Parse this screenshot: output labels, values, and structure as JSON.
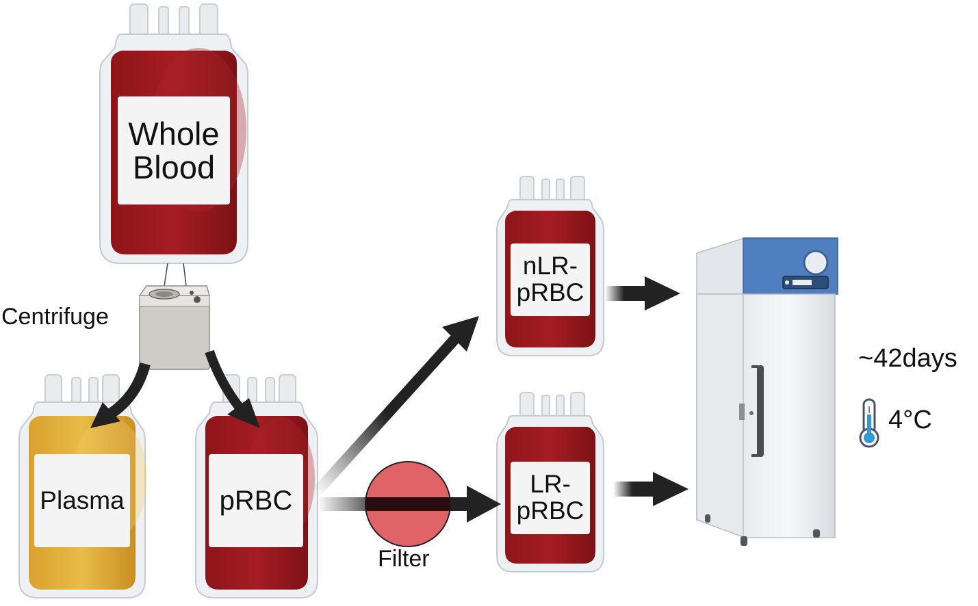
{
  "bags": {
    "whole_blood": {
      "line1": "Whole",
      "line2": "Blood"
    },
    "plasma": {
      "label": "Plasma"
    },
    "prbc": {
      "label": "pRBC"
    },
    "nlr_prbc": {
      "line1": "nLR-",
      "line2": "pRBC"
    },
    "lr_prbc": {
      "line1": "LR-",
      "line2": "pRBC"
    }
  },
  "steps": {
    "centrifuge": "Centrifuge",
    "filter": "Filter"
  },
  "storage": {
    "duration": "~42days",
    "temperature": "4°C"
  },
  "icons": [
    "centrifuge-icon",
    "filter-icon",
    "refrigerator-icon",
    "thermometer-icon"
  ],
  "colors": {
    "blood": "#9e1a1f",
    "blood_dark": "#7d1216",
    "plasma": "#e3b23c",
    "filter": "#e06467",
    "fridge_top": "#4f7fbf",
    "arrow": "#222222"
  }
}
